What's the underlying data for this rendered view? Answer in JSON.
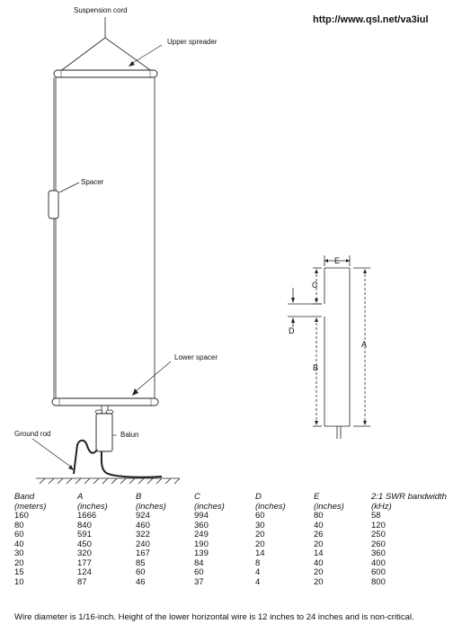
{
  "watermark_url": "http://www.qsl.net/va3iul",
  "labels": {
    "suspension_cord": "Suspension cord",
    "upper_spreader": "Upper spreader",
    "spacer": "Spacer",
    "lower_spacer": "Lower spacer",
    "balun": "Balun",
    "ground_rod": "Ground rod"
  },
  "dimension_labels": {
    "a": "A",
    "b": "B",
    "c": "C",
    "d": "D",
    "e": "E"
  },
  "table": {
    "headers": [
      [
        "Band",
        "(meters)"
      ],
      [
        "A",
        "(inches)"
      ],
      [
        "B",
        "(inches)"
      ],
      [
        "C",
        "(inches)"
      ],
      [
        "D",
        "(inches)"
      ],
      [
        "E",
        "(inches)"
      ],
      [
        "2:1 SWR bandwidth",
        "(kHz)"
      ]
    ],
    "rows": [
      [
        "160",
        "1666",
        "924",
        "994",
        "60",
        "80",
        "58"
      ],
      [
        "80",
        "840",
        "460",
        "360",
        "30",
        "40",
        "120"
      ],
      [
        "60",
        "591",
        "322",
        "249",
        "20",
        "26",
        "250"
      ],
      [
        "40",
        "450",
        "240",
        "190",
        "20",
        "20",
        "260"
      ],
      [
        "30",
        "320",
        "167",
        "139",
        "14",
        "14",
        "360"
      ],
      [
        "20",
        "177",
        "85",
        "84",
        "8",
        "40",
        "400"
      ],
      [
        "15",
        "124",
        "60",
        "60",
        "4",
        "20",
        "600"
      ],
      [
        "10",
        "87",
        "46",
        "37",
        "4",
        "20",
        "800"
      ]
    ]
  },
  "footnote": "Wire diameter is 1/16-inch. Height of the lower horizontal wire is 12 inches to 24 inches and is non-critical."
}
